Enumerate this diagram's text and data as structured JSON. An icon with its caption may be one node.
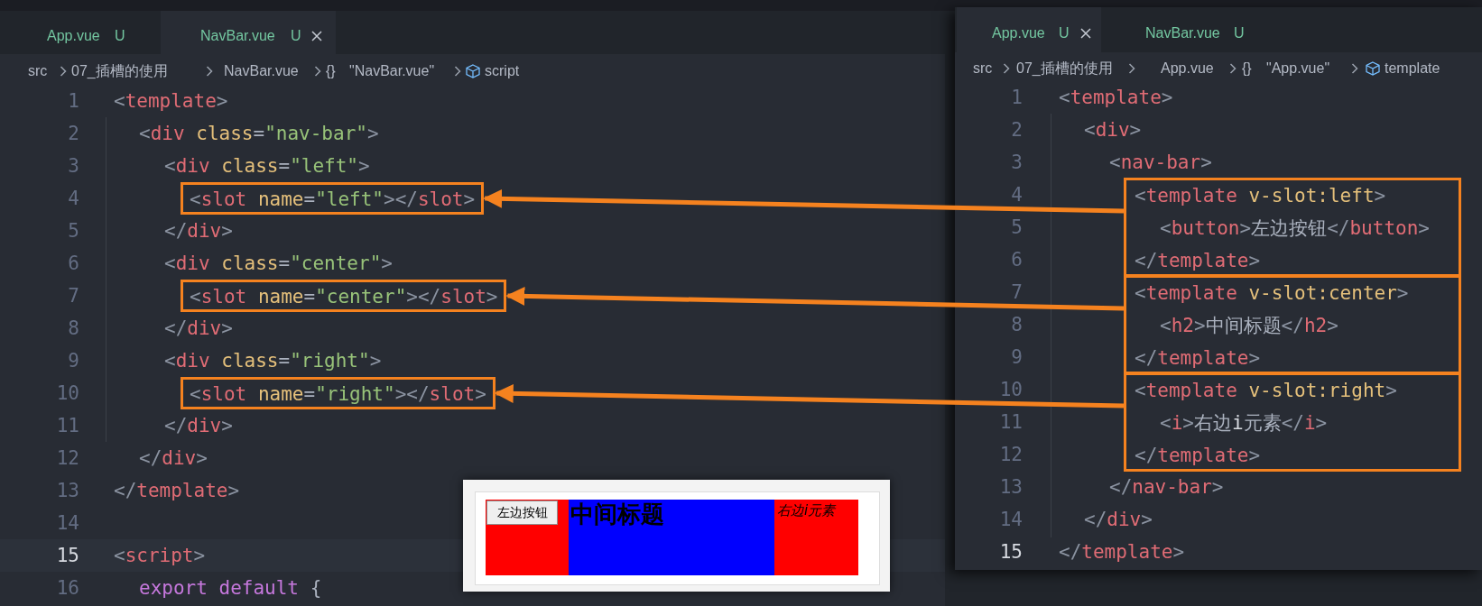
{
  "diagram": {
    "nodes": [
      {
        "text": [
          "<slot name=\"left\"></slot>"
        ]
      },
      {
        "text": [
          "<slot name=\"center\"></slot>"
        ]
      },
      {
        "text": [
          "<slot name=\"right\"></slot>"
        ]
      },
      {
        "text": [
          "<template v-slot:left>",
          "<button>左边按钮</button>",
          "</template>"
        ]
      },
      {
        "text": [
          "<template v-slot:center>",
          "<h2>中间标题</h2>",
          "</template>"
        ]
      },
      {
        "text": [
          "<template v-slot:right>",
          "<i>右边i元素</i>",
          "</template>"
        ]
      }
    ],
    "edges": [
      {
        "from": 3,
        "to": 0,
        "arrow": "to"
      },
      {
        "from": 4,
        "to": 1,
        "arrow": "to"
      },
      {
        "from": 5,
        "to": 2,
        "arrow": "to"
      }
    ],
    "labels": [
      "App.vue",
      "U",
      "NavBar.vue",
      "U",
      "src",
      "07_插槽的使用",
      "NavBar.vue",
      "{}",
      "\"NavBar.vue\"",
      "script",
      "App.vue",
      "U",
      "NavBar.vue",
      "U",
      "src",
      "07_插槽的使用",
      "App.vue",
      "{}",
      "\"App.vue\"",
      "template",
      "1",
      "<template>",
      "2",
      "<div class=\"nav-bar\">",
      "3",
      "<div class=\"left\">",
      "4",
      "5",
      "</div>",
      "6",
      "<div class=\"center\">",
      "7",
      "8",
      "</div>",
      "9",
      "<div class=\"right\">",
      "10",
      "11",
      "</div>",
      "12",
      "</div>",
      "13",
      "</template>",
      "14",
      "15",
      "<script>",
      "16",
      "export default {",
      "1",
      "<template>",
      "2",
      "<div>",
      "3",
      "<nav-bar>",
      "4",
      "5",
      "6",
      "7",
      "8",
      "9",
      "10",
      "11",
      "12",
      "13",
      "</nav-bar>",
      "14",
      "</div>",
      "15",
      "</template>",
      "左边按钮",
      "中间标题",
      "右边i元素"
    ]
  }
}
